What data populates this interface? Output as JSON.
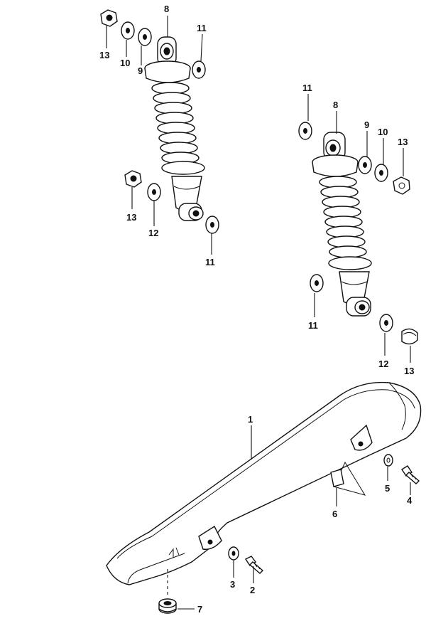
{
  "callouts": {
    "shock_left": {
      "n13": "13",
      "n10": "10",
      "n9": "9",
      "n8": "8",
      "n11a": "11",
      "n13b": "13",
      "n12": "12",
      "n11b": "11"
    },
    "shock_right": {
      "n11a": "11",
      "n8": "8",
      "n9": "9",
      "n10": "10",
      "n13a": "13",
      "n11b": "11",
      "n12": "12",
      "n13b": "13"
    },
    "chain_case": {
      "n1": "1",
      "n5": "5",
      "n4": "4",
      "n6": "6",
      "n3": "3",
      "n2": "2",
      "n7": "7"
    }
  }
}
